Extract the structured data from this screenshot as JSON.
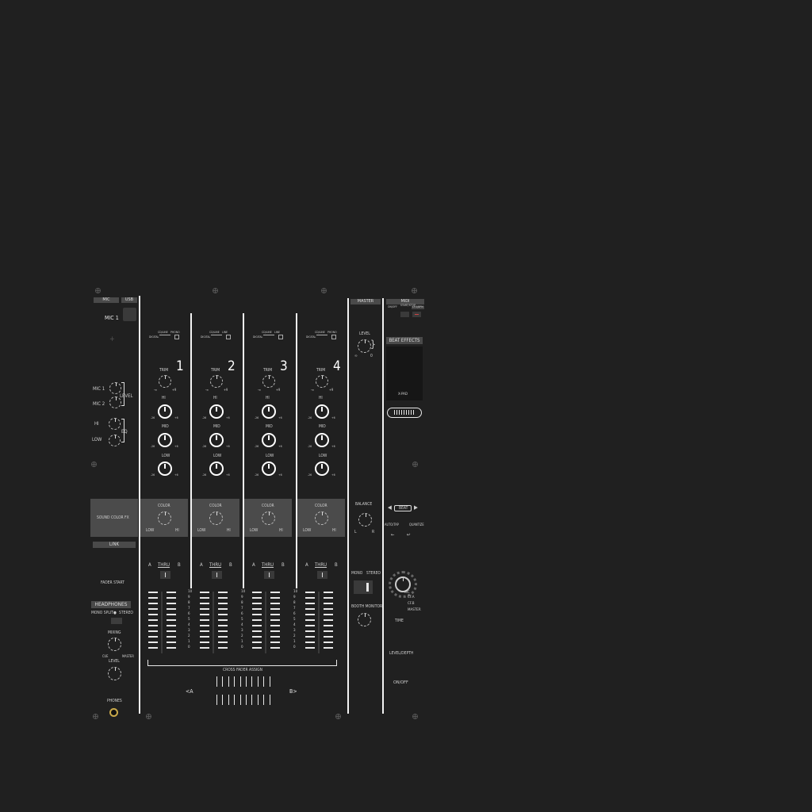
{
  "left": {
    "mic_tab": "MIC",
    "usb_tab": "USB",
    "mic1_label": "MIC 1",
    "mic1_level_label": "MIC 1",
    "mic2_level_label": "MIC 2",
    "level_label": "LEVEL",
    "hi_label": "HI",
    "low_label": "LOW",
    "eq_label": "EQ",
    "sound_color_fx": "SOUND COLOR FX",
    "link": "LINK",
    "fader_start": "FADER START",
    "headphones": "HEADPHONES",
    "mono_split": "MONO SPLIT",
    "stereo": "STEREO",
    "mixing": "MIXING",
    "cue": "CUE",
    "master": "MASTER",
    "hp_level": "LEVEL",
    "phones": "PHONES"
  },
  "channels": [
    {
      "num": "1",
      "src_a": "CD/LINE",
      "src_b": "PHONO",
      "src_c": "DIGITAL"
    },
    {
      "num": "2",
      "src_a": "CD/LINE",
      "src_b": "LINE",
      "src_c": "DIGITAL"
    },
    {
      "num": "3",
      "src_a": "CD/LINE",
      "src_b": "LINE",
      "src_c": "DIGITAL"
    },
    {
      "num": "4",
      "src_a": "CD/LINE",
      "src_b": "PHONO",
      "src_c": "DIGITAL"
    }
  ],
  "channel_labels": {
    "trim": "TRIM",
    "hi": "HI",
    "mid": "MID",
    "low": "LOW",
    "color": "COLOR",
    "color_low": "LOW",
    "color_hi": "HI",
    "xf_a": "A",
    "xf_thru": "THRU",
    "xf_b": "B",
    "minus_inf": "-∞",
    "plus9": "+9",
    "minus26": "-26",
    "plus6": "+6"
  },
  "meter_scale": [
    "10",
    "9",
    "8",
    "7",
    "6",
    "5",
    "4",
    "3",
    "2",
    "1",
    "0"
  ],
  "crossfader": {
    "assign": "CROSS FADER ASSIGN",
    "a": "A",
    "b": "B"
  },
  "master": {
    "tab": "MASTER",
    "level": "LEVEL",
    "inf": "∞",
    "zero": "0",
    "balance": "BALANCE",
    "bal_l": "L",
    "bal_r": "R",
    "mono": "MONO",
    "stereo": "STEREO",
    "booth_monitor": "BOOTH MONITOR"
  },
  "fx": {
    "midi_tab": "MIDI",
    "on_off": "ON/OFF",
    "start_stop": "START/STOP",
    "lfo_bpm": "LFO/BPM",
    "beat_effects": "BEAT EFFECTS",
    "x_pad": "X-PAD",
    "beat": "BEAT",
    "auto_tap": "AUTO/TAP",
    "quantize": "QUANTIZE",
    "mic": "MIC",
    "cf_a": "CF.A",
    "cf_b": "CF.B",
    "fx_master": "MASTER",
    "time": "TIME",
    "level_depth": "LEVEL/DEPTH",
    "on_off_btn": "ON/OFF"
  },
  "colors": {
    "background": "#202020",
    "panel_text": "#cfcfcf",
    "line": "#f2f2f2",
    "gray_box": "#4b4b4b",
    "phones_ring": "#c9a94a"
  }
}
